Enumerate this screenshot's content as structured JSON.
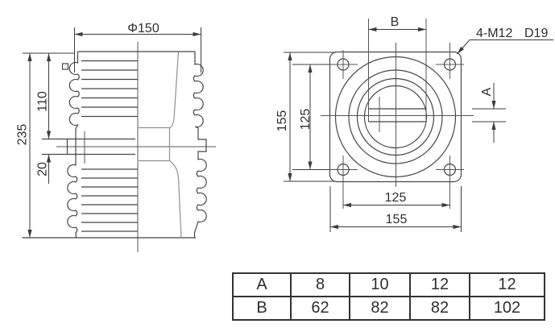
{
  "drawing": {
    "left_view": {
      "dim_diameter": "Φ150",
      "dim_total_height": "235",
      "dim_upper_height": "110",
      "dim_tab_thickness": "20"
    },
    "right_view": {
      "dim_width_label": "B",
      "dim_thickness_label": "A",
      "bolt_note": "4-M12",
      "hole_note": "D19",
      "dim_side_outer": "155",
      "dim_side_inner": "125",
      "dim_bottom_inner": "125",
      "dim_bottom_outer": "155"
    },
    "colors": {
      "line": "#454545",
      "line_light": "#8f8f8f",
      "text": "#2e2e2e",
      "background": "#ffffff"
    }
  },
  "size_table": {
    "rows": [
      {
        "label": "A",
        "values": [
          "8",
          "10",
          "12",
          "12"
        ]
      },
      {
        "label": "B",
        "values": [
          "62",
          "82",
          "82",
          "102"
        ]
      }
    ]
  }
}
